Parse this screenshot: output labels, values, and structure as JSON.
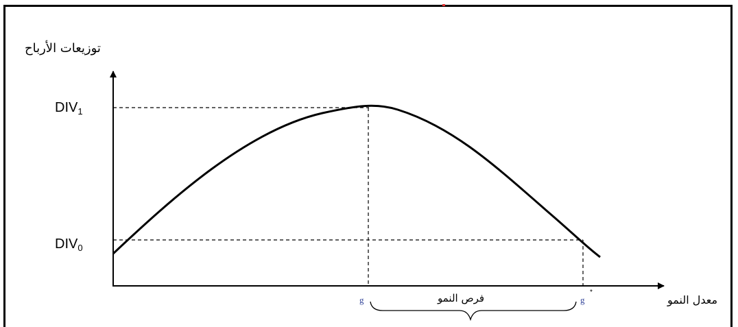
{
  "diagram": {
    "y_axis_title": "توزيعات الأرباح",
    "x_axis_title": "معدل النمو",
    "y_tick_high": {
      "base": "DIV",
      "sub": "1"
    },
    "y_tick_low": {
      "base": "DIV",
      "sub": "0"
    },
    "x_mark_left": "g",
    "x_mark_right": "g",
    "x_mark_right_sup": "*",
    "brace_label": "فرص النمو",
    "colors": {
      "line": "#000000",
      "frame": "#000000",
      "g_label": "#334499",
      "top_mark": "#e03030"
    }
  }
}
